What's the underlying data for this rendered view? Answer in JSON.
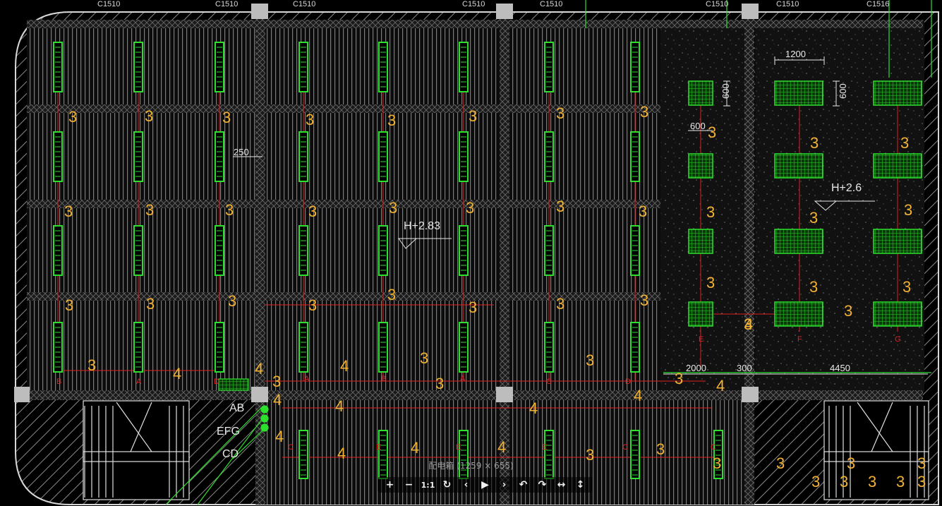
{
  "viewer": {
    "caption": "配电箱 (1259 × 655)",
    "toolbar": [
      {
        "name": "zoom-in-button",
        "glyph": "+"
      },
      {
        "name": "zoom-out-button",
        "glyph": "−"
      },
      {
        "name": "actual-size-button",
        "glyph": "1:1"
      },
      {
        "name": "reset-button",
        "glyph": "↻"
      },
      {
        "name": "previous-button",
        "glyph": "‹"
      },
      {
        "name": "play-button",
        "glyph": "▶"
      },
      {
        "name": "next-button",
        "glyph": "›"
      },
      {
        "name": "rotate-left-button",
        "glyph": "↶"
      },
      {
        "name": "rotate-right-button",
        "glyph": "↷"
      },
      {
        "name": "flip-horizontal-button",
        "glyph": "↔"
      },
      {
        "name": "flip-vertical-button",
        "glyph": "↕"
      }
    ]
  },
  "drawing": {
    "column_tags": [
      "C1510",
      "C1510",
      "C1510",
      "C1510",
      "C1510",
      "C1510",
      "C1510",
      "C1516"
    ],
    "elevations": [
      "H+2.83",
      "H+2.6"
    ],
    "dimensions": [
      "1200",
      "600",
      "600",
      "600",
      "250",
      "2000",
      "300",
      "4450"
    ],
    "panel_labels": [
      "AB",
      "EFG",
      "CD"
    ],
    "circuit_letters": [
      "B",
      "A",
      "D",
      "A",
      "B",
      "A",
      "C",
      "D",
      "E",
      "F",
      "G",
      "C",
      "E",
      "E",
      "E",
      "C",
      "C"
    ],
    "circuit_numbers": {
      "row1": [
        "3",
        "3",
        "3",
        "3",
        "3",
        "3",
        "3",
        "3"
      ],
      "row2": [
        "3",
        "3",
        "3",
        "3",
        "3",
        "3",
        "3",
        "3"
      ],
      "row3": [
        "3",
        "3",
        "3",
        "3",
        "3",
        "3",
        "3",
        "3"
      ],
      "row4": [
        "3",
        "3",
        "3",
        "3",
        "3",
        "3",
        "3",
        "3",
        "3"
      ],
      "bottom": [
        "3",
        "4",
        "4",
        "3",
        "4",
        "3",
        "3",
        "3",
        "3",
        "4",
        "4",
        "4",
        "4",
        "4",
        "4",
        "4",
        "4",
        "4",
        "3"
      ],
      "right": [
        "3",
        "3",
        "3",
        "3",
        "3",
        "3",
        "3",
        "3",
        "3",
        "3",
        "3",
        "3",
        "4"
      ]
    }
  }
}
